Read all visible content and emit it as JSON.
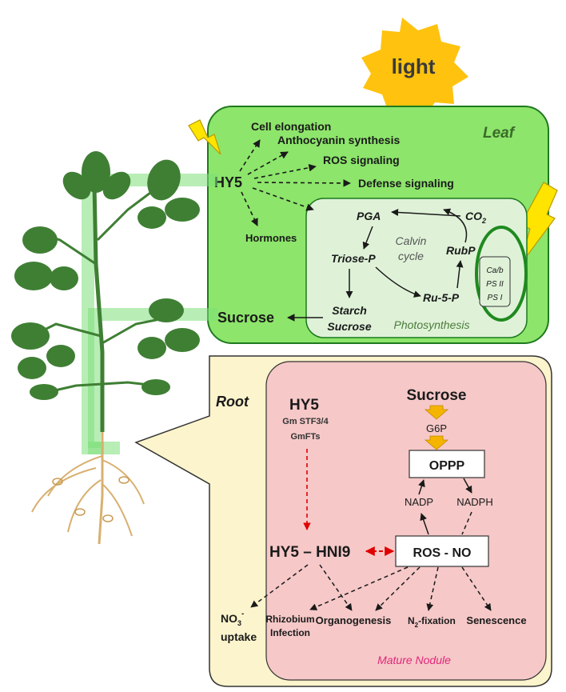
{
  "sun": {
    "label": "light"
  },
  "leaf": {
    "title": "Leaf",
    "hy5": "HY5",
    "targets": [
      "Cell elongation",
      "Anthocyanin synthesis",
      "ROS signaling",
      "Defense signaling"
    ],
    "hormones": "Hormones",
    "sucrose": "Sucrose"
  },
  "photosynthesis": {
    "label": "Photosynthesis",
    "pga": "PGA",
    "co2": "CO",
    "co2_sub": "2",
    "calvin_line1": "Calvin",
    "calvin_line2": "cycle",
    "rubp": "RubP",
    "triose": "Triose-P",
    "ru5p": "Ru-5-P",
    "starch": "Starch",
    "sucrose": "Sucrose",
    "photosystem": [
      "Ca/b",
      "PS II",
      "PS I"
    ]
  },
  "root": {
    "title": "Root",
    "hy5": "HY5",
    "genes_line1": "Gm  STF3/4",
    "genes_line2": "GmFTs",
    "hy5_hni9": "HY5 – HNI9",
    "no3": "NO",
    "no3_sub": "3",
    "no3_sup": "-",
    "uptake": "uptake"
  },
  "nodule": {
    "label": "Mature Nodule",
    "sucrose": "Sucrose",
    "g6p": "G6P",
    "oppp": "OPPP",
    "nadp": "NADP",
    "nadph": "NADPH",
    "ros_no": "ROS - NO",
    "rhizobium_line1": "Rhizobium",
    "rhizobium_line2": "Infection",
    "organogenesis": "Organogenesis",
    "n2": "N",
    "n2_sub": "2",
    "n2_rest": "-fixation",
    "senescence": "Senescence"
  },
  "colors": {
    "leaf_panel": "#8de56b",
    "leaf_border": "#1f7a1f",
    "photosynthesis_panel": "#dff2d8",
    "root_panel": "#fbf4cc",
    "nodule_panel": "#f6c8c8",
    "sun": "#ffc20e",
    "lightning": "#ffe400",
    "plant_leaf": "#3f7f34",
    "red_arrow": "#e00000",
    "mature_nodule_text": "#e0287a"
  }
}
